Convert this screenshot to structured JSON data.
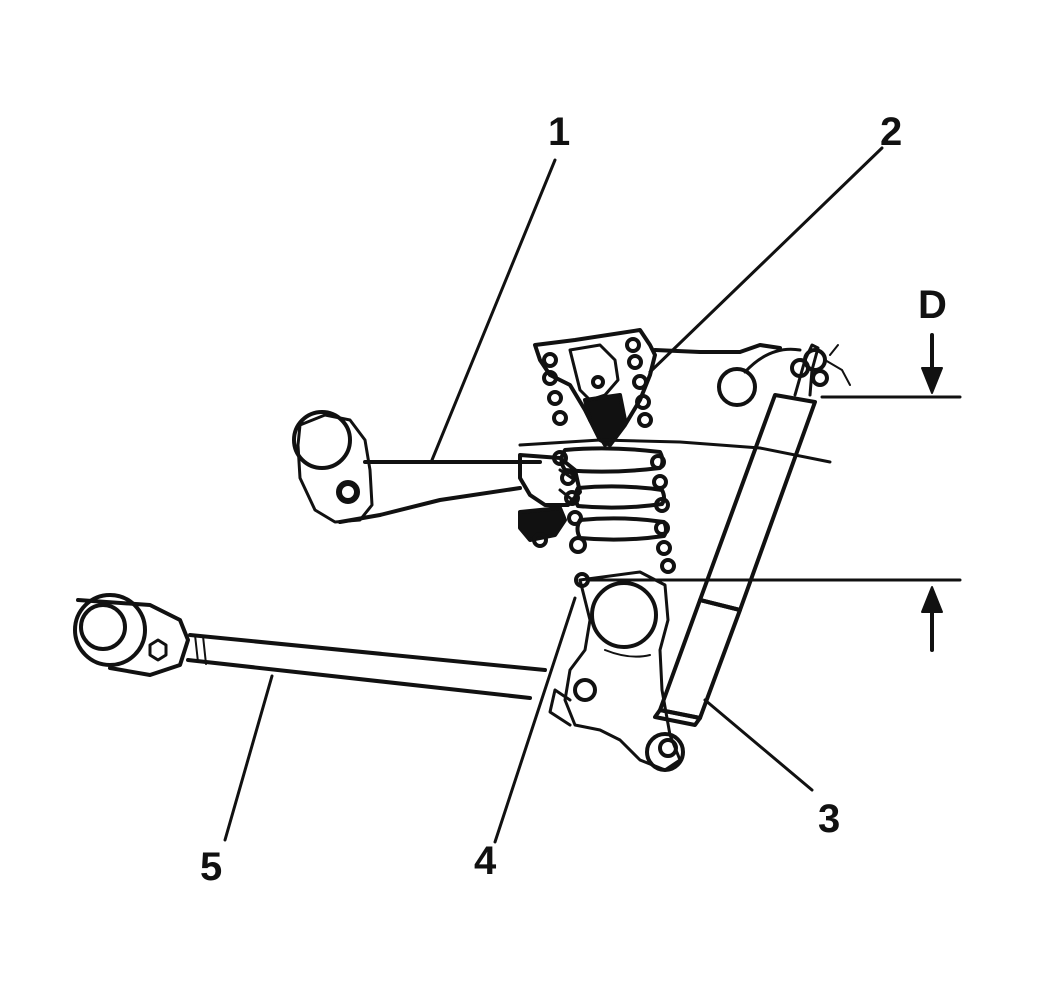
{
  "callouts": {
    "c1": "1",
    "c2": "2",
    "c3": "3",
    "c4": "4",
    "c5": "5",
    "dimension": "D"
  },
  "colors": {
    "line": "#111111",
    "background": "#ffffff"
  }
}
